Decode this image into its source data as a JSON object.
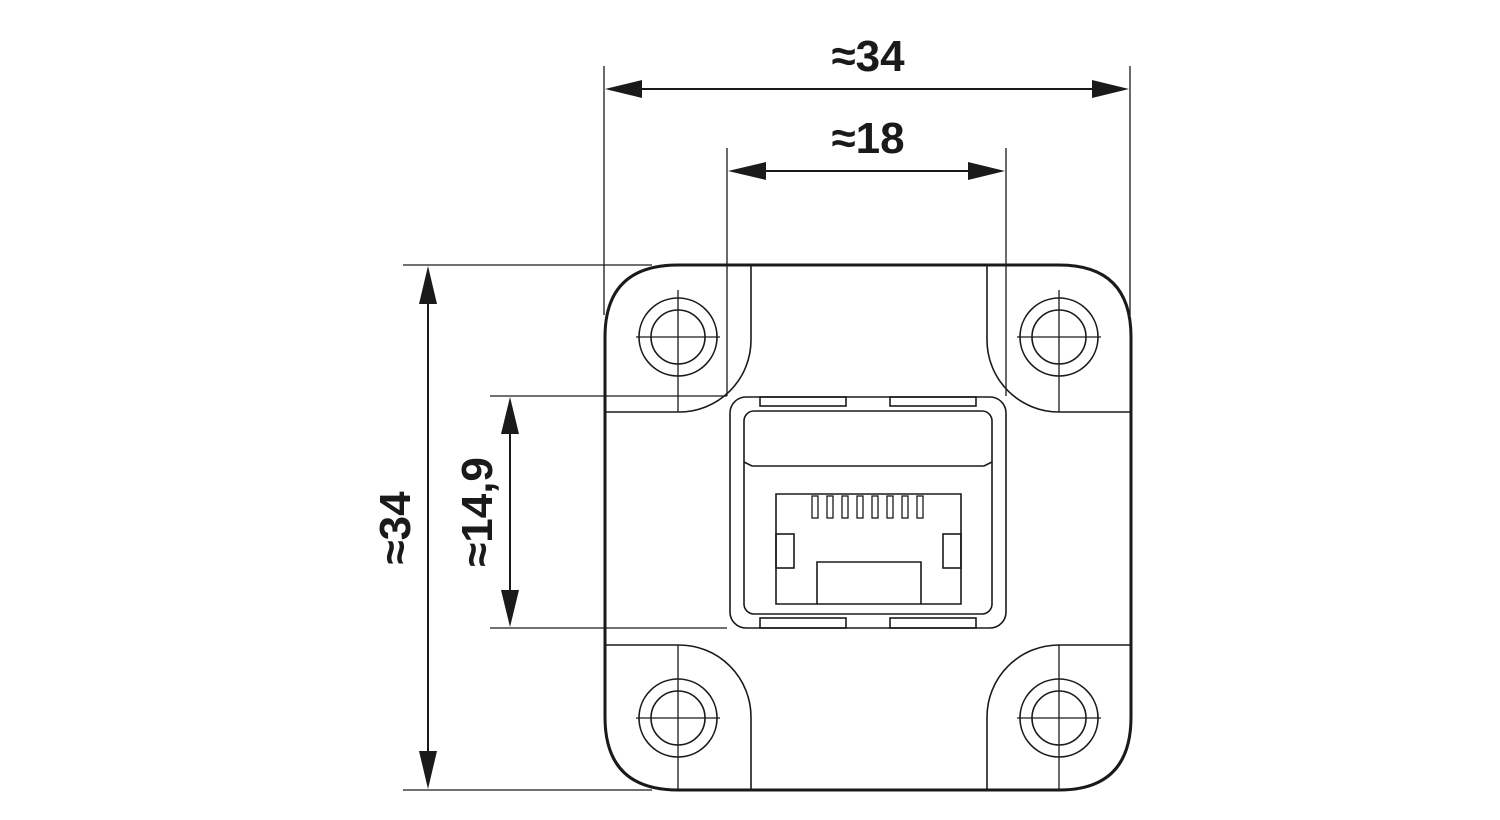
{
  "dimensions": {
    "overall_width": "≈34",
    "inner_width": "≈18",
    "overall_height": "≈34",
    "jack_height": "≈14,9"
  }
}
